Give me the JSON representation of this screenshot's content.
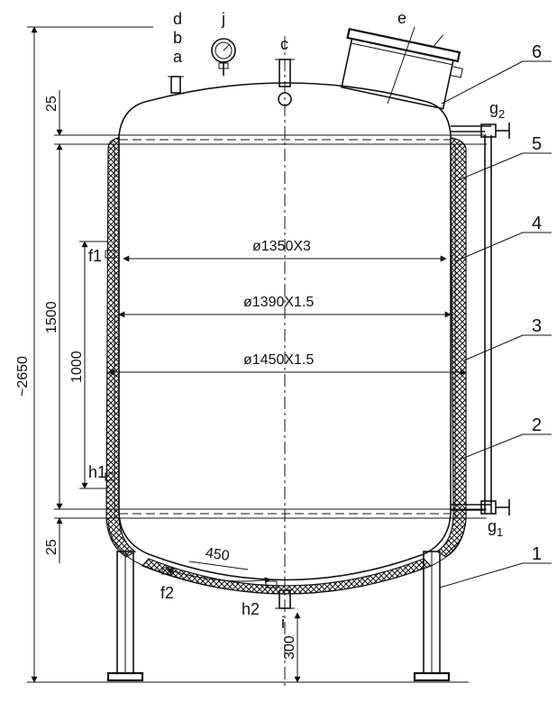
{
  "dimensions": {
    "d1": "ø1350X3",
    "d2": "ø1390X1.5",
    "d3": "ø1450X1.5",
    "overall": "~2650",
    "top_head": "25",
    "shell": "1500",
    "bottom_head": "25",
    "level_span": "1000",
    "leg": "300",
    "arc": "450"
  },
  "nozzles": {
    "a": "a",
    "b": "b",
    "d": "d",
    "j": "j",
    "c": "c",
    "e": "e",
    "f1": "f1",
    "h1": "h1",
    "f2": "f2",
    "h2": "h2",
    "i": "i",
    "g1_base": "g",
    "g1_sub": "1",
    "g2_base": "g",
    "g2_sub": "2"
  },
  "parts": [
    "1",
    "2",
    "3",
    "4",
    "5",
    "6"
  ]
}
